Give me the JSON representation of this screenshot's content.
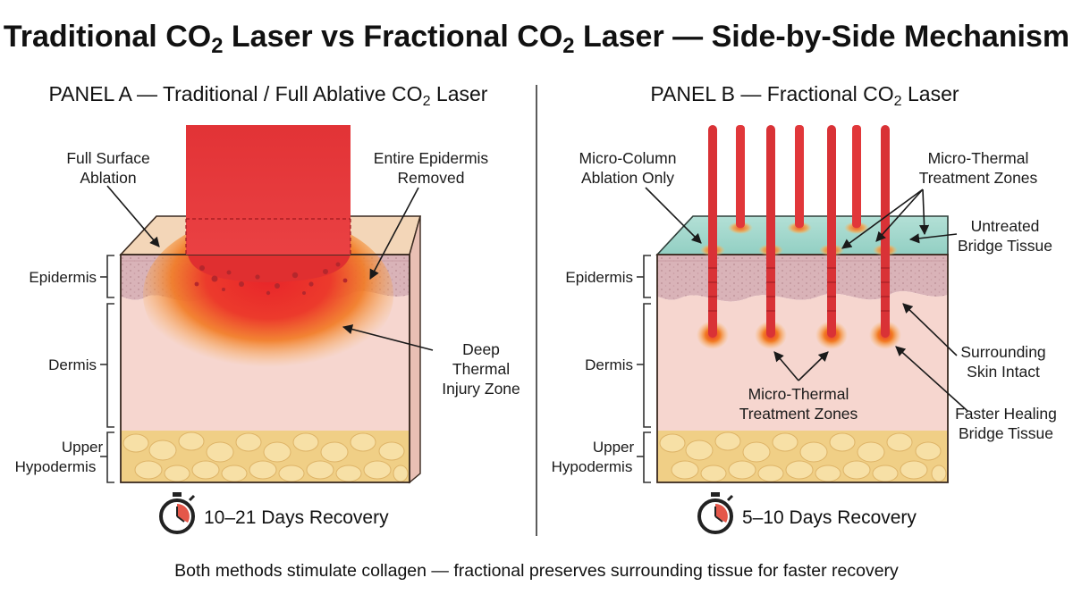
{
  "title": {
    "part1": "Traditional CO",
    "sub1": "2",
    "part2": " Laser vs Fractional CO",
    "sub2": "2",
    "part3": " Laser — Side-by-Side Mechanism"
  },
  "panel_a": {
    "title_main": "PANEL A — Traditional / Full Ablative CO",
    "title_sub": "2",
    "title_end": " Laser",
    "labels": {
      "full_surface_1": "Full Surface",
      "full_surface_2": "Ablation",
      "entire_epi_1": "Entire Epidermis",
      "entire_epi_2": "Removed",
      "deep_1": "Deep",
      "deep_2": "Thermal",
      "deep_3": "Injury Zone"
    },
    "layers": {
      "epidermis": "Epidermis",
      "dermis": "Dermis",
      "hypo_1": "Upper",
      "hypo_2": "Hypodermis"
    },
    "recovery": "10–21 Days Recovery"
  },
  "panel_b": {
    "title_main": "PANEL B — Fractional CO",
    "title_sub": "2",
    "title_end": " Laser",
    "labels": {
      "micro_col_1": "Micro-Column",
      "micro_col_2": "Ablation Only",
      "mtz_top_1": "Micro-Thermal",
      "mtz_top_2": "Treatment Zones",
      "untreated_1": "Untreated",
      "untreated_2": "Bridge Tissue",
      "surround_1": "Surrounding",
      "surround_2": "Skin Intact",
      "mtz_mid_1": "Micro-Thermal",
      "mtz_mid_2": "Treatment Zones",
      "faster_1": "Faster Healing",
      "faster_2": "Bridge Tissue"
    },
    "layers": {
      "epidermis": "Epidermis",
      "dermis": "Dermis",
      "hypo_1": "Upper",
      "hypo_2": "Hypodermis"
    },
    "recovery": "5–10 Days Recovery"
  },
  "footer": "Both methods stimulate collagen — fractional preserves surrounding tissue for faster recovery",
  "colors": {
    "laser_red": "#e8373a",
    "laser_dark": "#b81d24",
    "skin_surface": "#f5d9bd",
    "epidermis": "#dcb4b8",
    "dermis": "#f5d4cd",
    "fat": "#f0cf86",
    "heat_orange": "#f07a1e",
    "fractional_surface": "#a8d9cf"
  }
}
